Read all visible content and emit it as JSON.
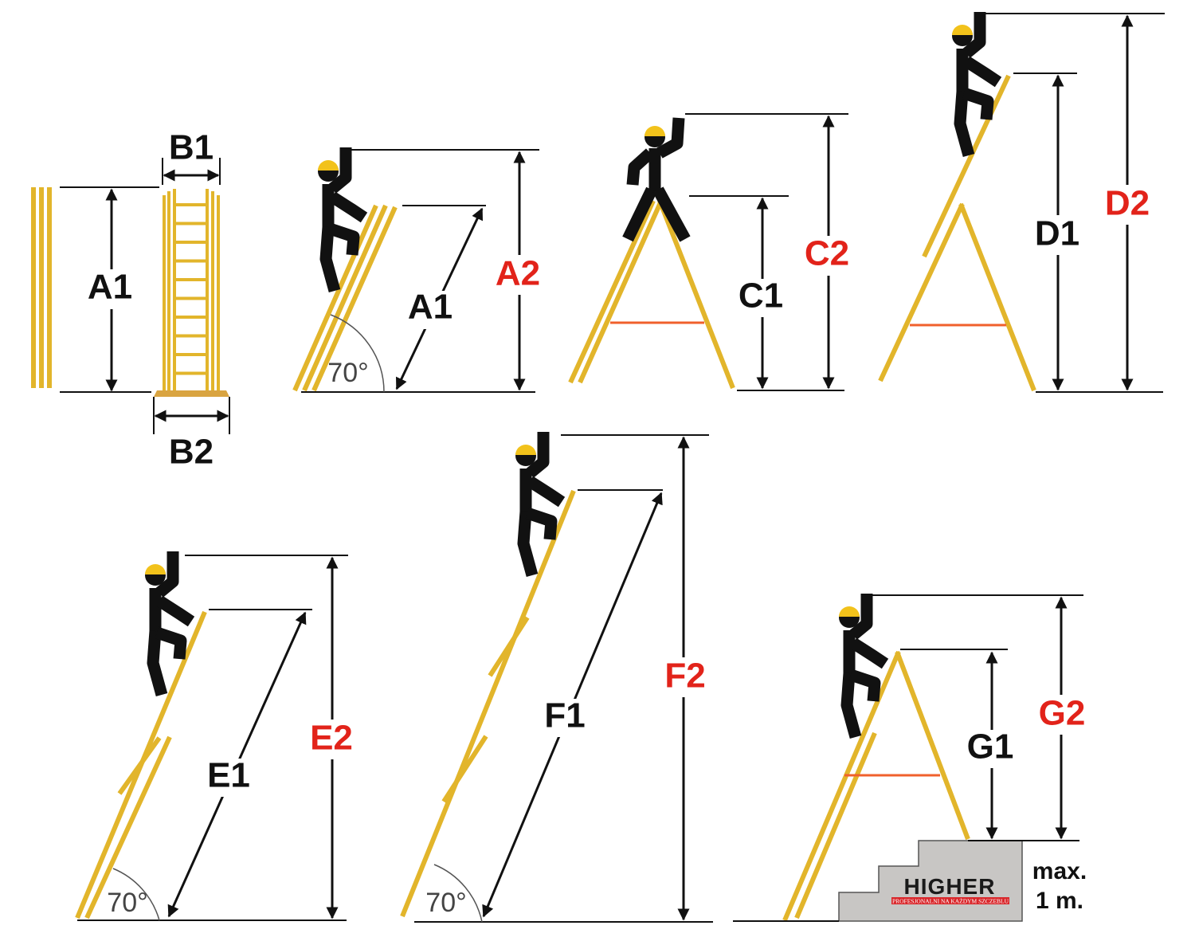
{
  "colors": {
    "ladder": "#e2b52b",
    "label_black": "#111111",
    "label_red": "#e2231a",
    "crossbar": "#f0602c",
    "steps": "#c8c6c4"
  },
  "labels": {
    "a1_folded": "A1",
    "b1": "B1",
    "b2": "B2",
    "a1": "A1",
    "a2": "A2",
    "c1": "C1",
    "c2": "C2",
    "d1": "D1",
    "d2": "D2",
    "e1": "E1",
    "e2": "E2",
    "f1": "F1",
    "f2": "F2",
    "g1": "G1",
    "g2": "G2"
  },
  "angles": {
    "a": "70°",
    "e": "70°",
    "f": "70°"
  },
  "steps_note": {
    "line1": "max.",
    "line2": "1 m."
  },
  "logo": {
    "name": "HIGHER",
    "tagline": "PROFESJONALNI NA KAŻDYM SZCZEBLU"
  }
}
